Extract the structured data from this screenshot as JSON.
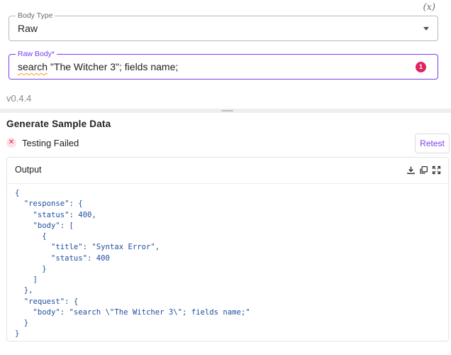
{
  "form": {
    "variable_toggle_label": "(x)",
    "body_type": {
      "legend": "Body Type",
      "value": "Raw"
    },
    "raw_body": {
      "legend": "Raw Body*",
      "value_keyword": "search",
      "value_rest": " \"The Witcher 3\"; fields name;",
      "error_count": "1"
    },
    "version": "v0.4.4"
  },
  "sample": {
    "title": "Generate Sample Data",
    "status_icon": "x-circle-icon",
    "status_text": "Testing Failed",
    "retest_label": "Retest"
  },
  "output": {
    "title": "Output",
    "toolbar_icons": [
      "download-icon",
      "copy-icon",
      "expand-icon"
    ],
    "code_lines": [
      "{",
      "  \"response\": {",
      "    \"status\": 400,",
      "    \"body\": [",
      "      {",
      "        \"title\": \"Syntax Error\",",
      "        \"status\": 400",
      "      }",
      "    ]",
      "  },",
      "  \"request\": {",
      "    \"body\": \"search \\\"The Witcher 3\\\"; fields name;\"",
      "  }",
      "}"
    ]
  },
  "colors": {
    "accent": "#7a3df0",
    "error": "#e0245e",
    "code_text": "#1f4fa0"
  }
}
